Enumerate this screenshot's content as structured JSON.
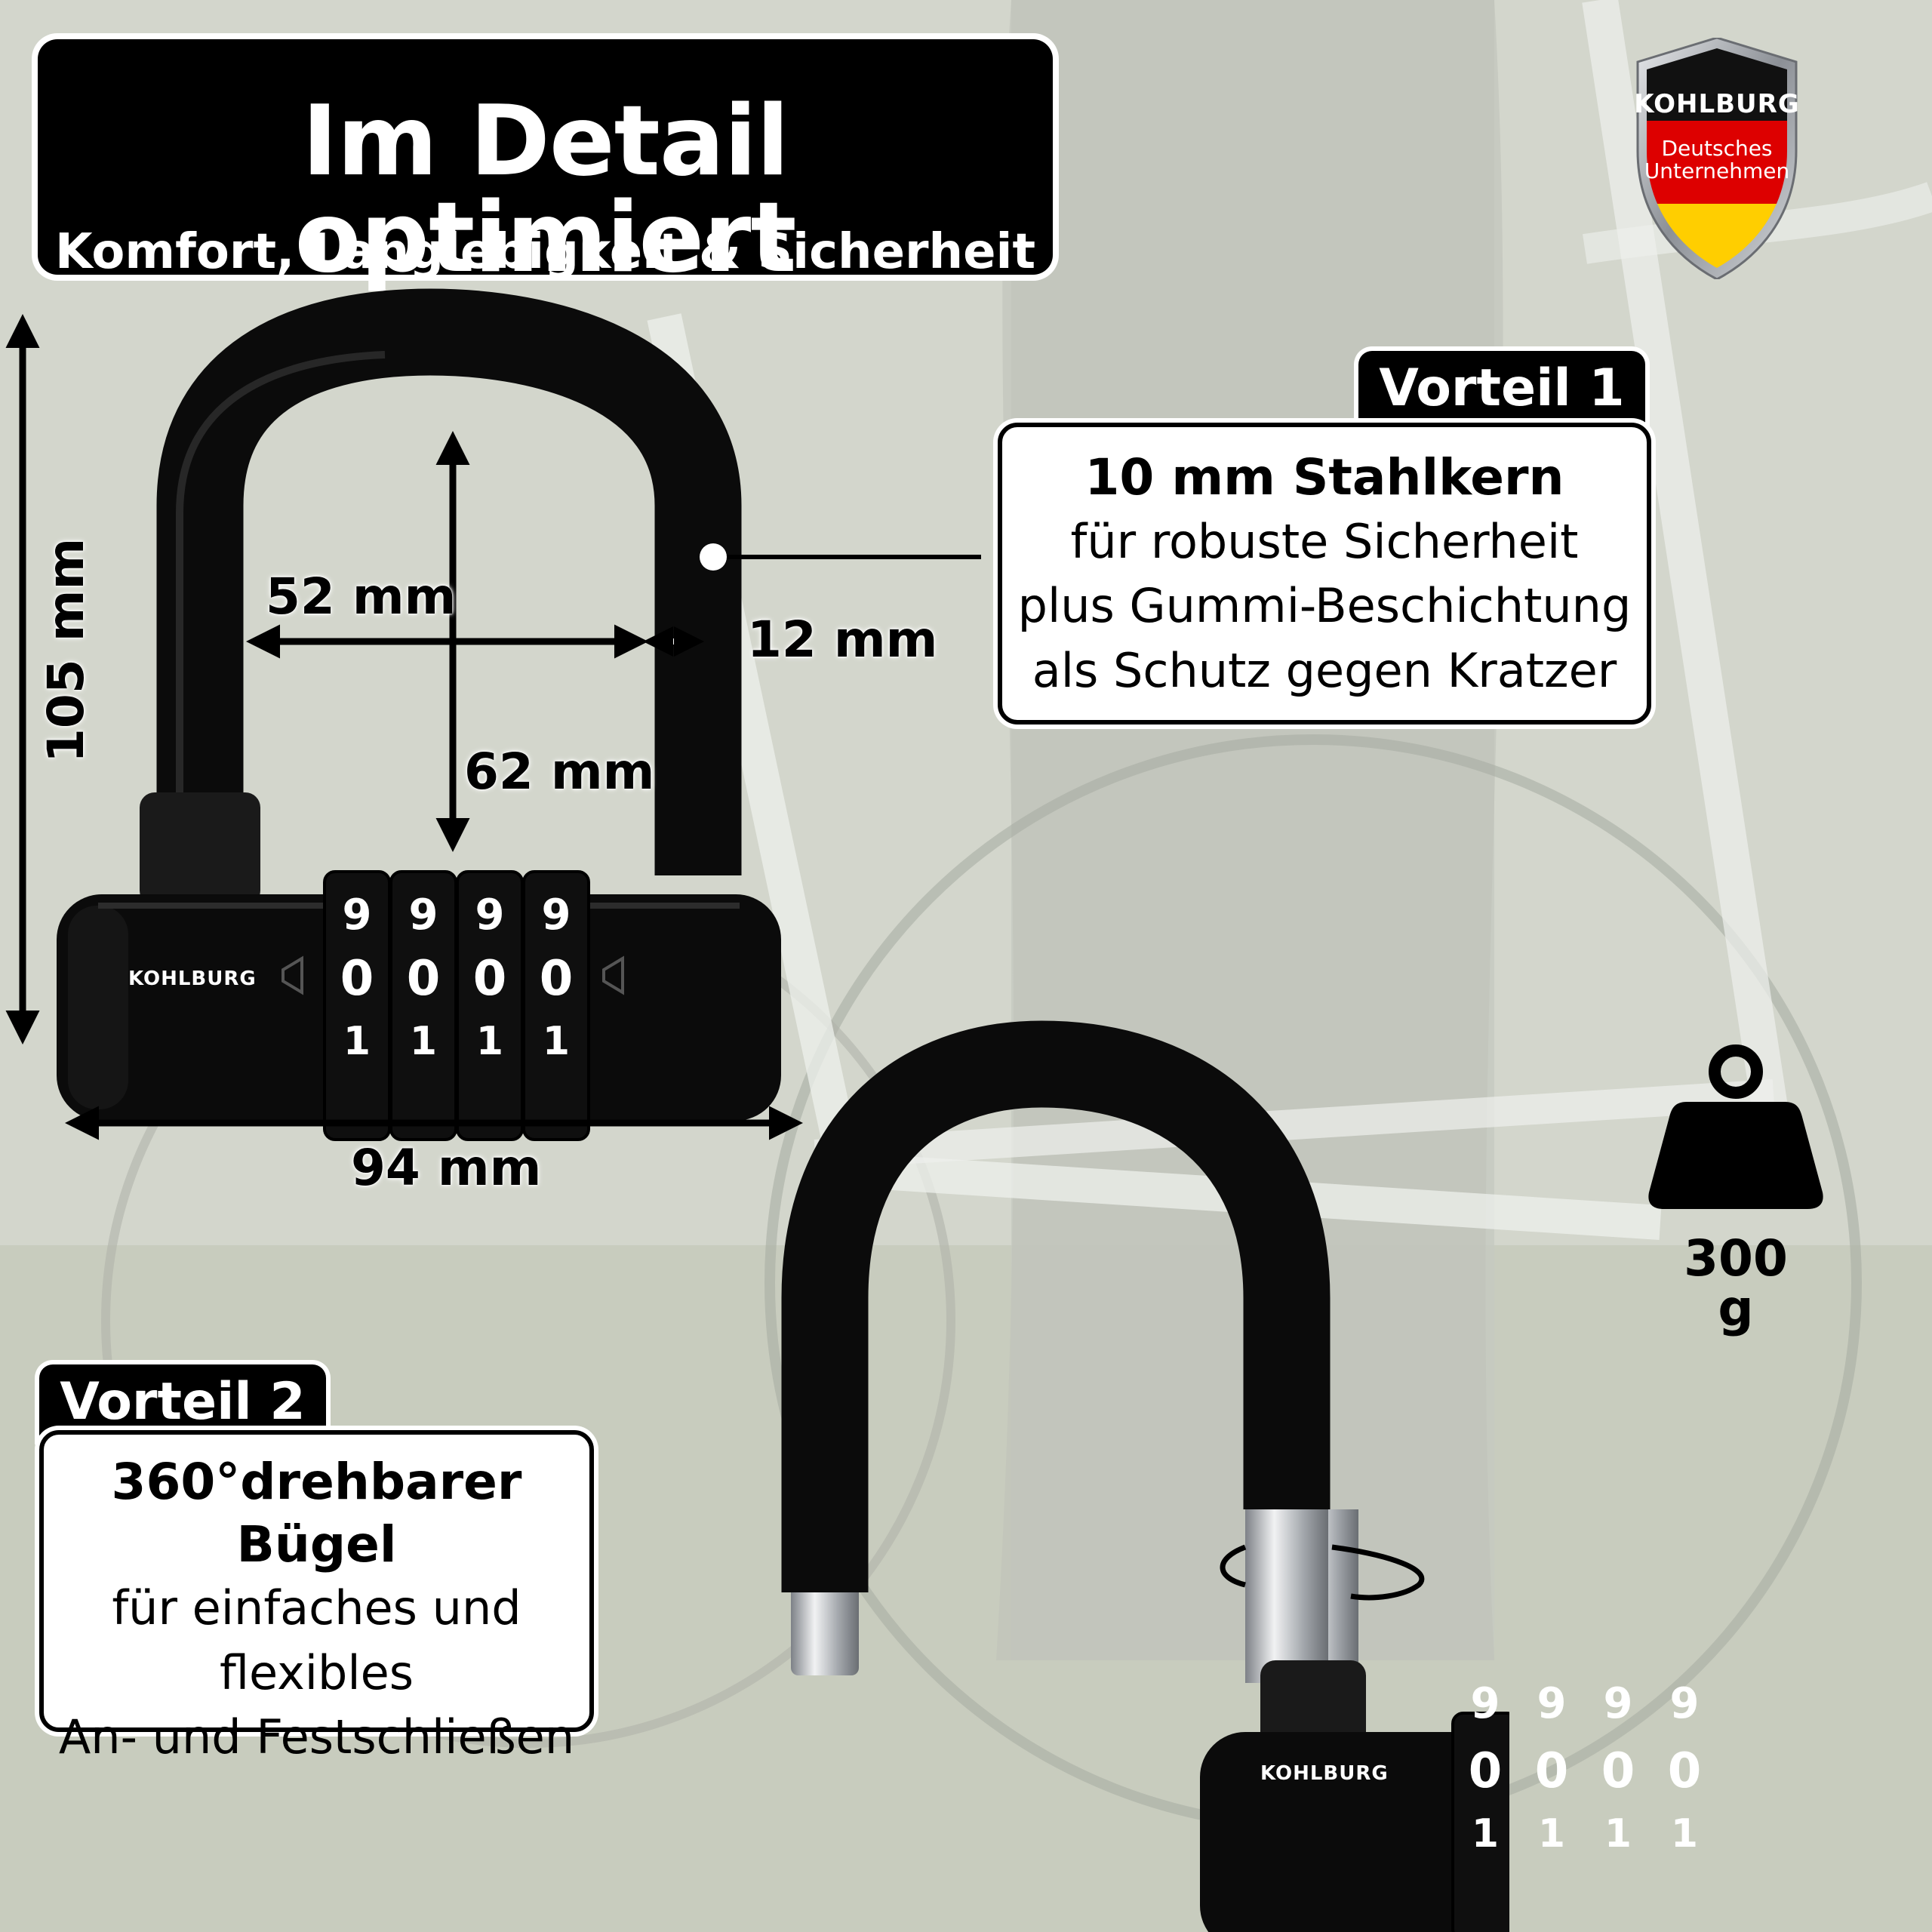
{
  "header": {
    "title": "Im Detail optimiert",
    "subtitle": "Komfort, Langlebigkeit & Sicherheit"
  },
  "seal": {
    "brand": "KOHLBURG",
    "line1": "Deutsches",
    "line2": "Unternehmen"
  },
  "dimensions": {
    "height": "105 mm",
    "width": "94 mm",
    "inner_width": "52 mm",
    "inner_height": "62 mm",
    "shackle_thickness": "12 mm"
  },
  "lock": {
    "brand": "KOHLBURG",
    "wheel_rows": [
      "9",
      "0",
      "1"
    ]
  },
  "vorteil_1": {
    "tab": "Vorteil 1",
    "lead": "10 mm Stahlkern",
    "lines": [
      "für robuste Sicherheit",
      "plus Gummi-Beschichtung",
      "als Schutz gegen Kratzer"
    ]
  },
  "vorteil_2": {
    "tab": "Vorteil 2",
    "lead": "360°drehbarer Bügel",
    "lines": [
      "für einfaches und",
      "flexibles",
      "An- und Festschließen"
    ]
  },
  "weight": {
    "label": "300 g"
  },
  "colors": {
    "black": "#000000",
    "white": "#ffffff",
    "flag_black": "#111111",
    "flag_red": "#dd0000",
    "flag_gold": "#ffce00",
    "silver": "#b9bcc0"
  }
}
